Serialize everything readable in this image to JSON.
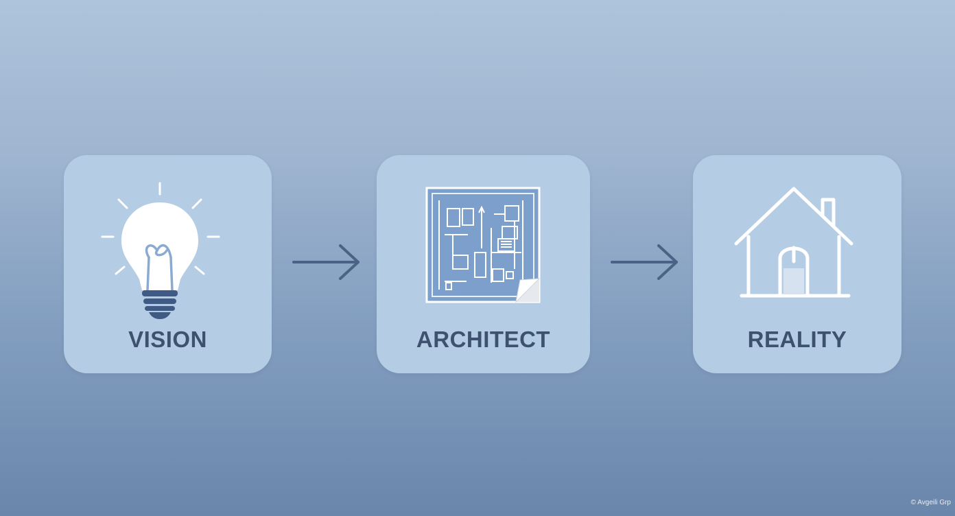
{
  "steps": [
    {
      "label": "VISION",
      "icon": "lightbulb-icon"
    },
    {
      "label": "ARCHITECT",
      "icon": "blueprint-icon"
    },
    {
      "label": "REALITY",
      "icon": "house-icon"
    }
  ],
  "connectors": [
    "arrow-right-icon",
    "arrow-right-icon"
  ],
  "watermark": "© Avgeili Grp",
  "colors": {
    "background_top": "#aec4dc",
    "background_bottom": "#6a86ab",
    "card": "#b5cde4",
    "label": "#3e5270",
    "arrow": "#4a6285",
    "icon_white": "#ffffff",
    "blueprint": "#7d9fcb"
  }
}
